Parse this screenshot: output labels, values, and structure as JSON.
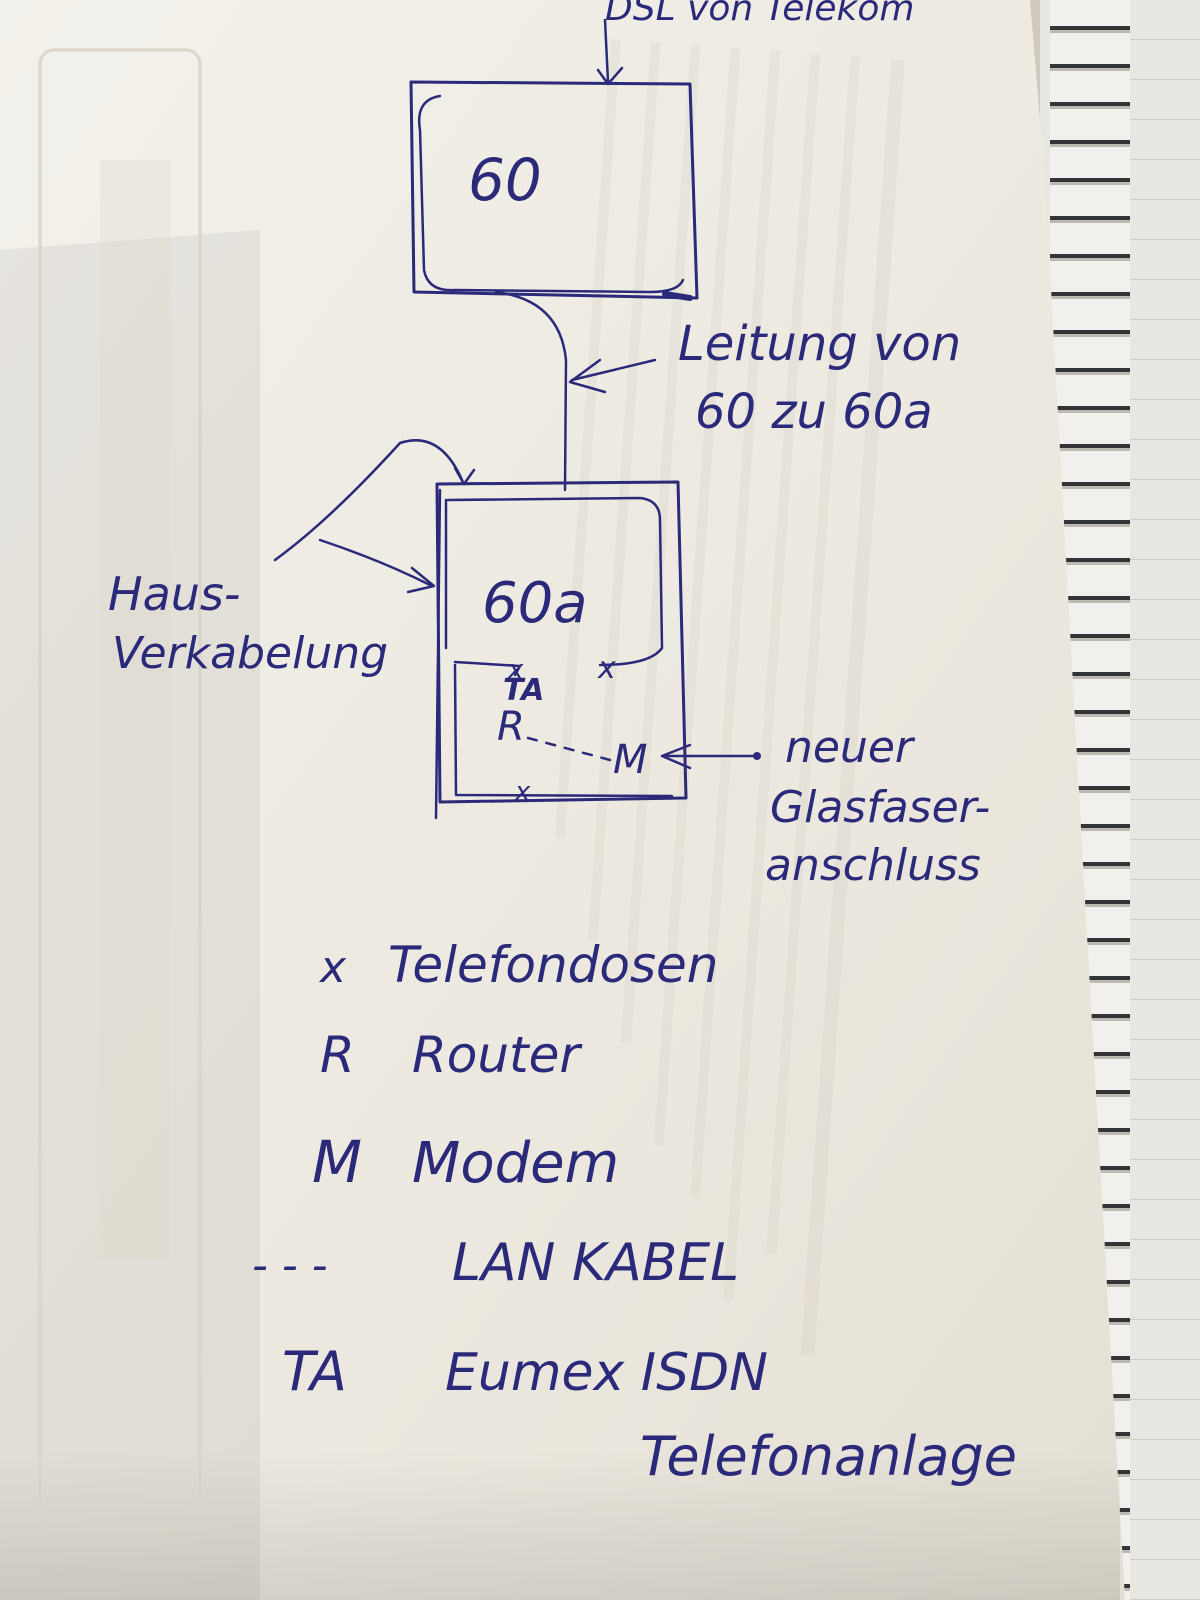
{
  "diagram": {
    "top_label": "DSL von Telekom",
    "box_60": "60",
    "cable_label_line1": "Leitung von",
    "cable_label_line2": "60 zu 60a",
    "box_60a": "60a",
    "house_label_line1": "Haus-",
    "house_label_line2": "Verkabelung",
    "fiber_label_line1": "neuer",
    "fiber_label_line2": "Glasfaser-",
    "fiber_label_line3": "anschluss",
    "inner_ta": "TA",
    "inner_r": "R",
    "inner_m": "M",
    "inner_x": "x"
  },
  "legend": [
    {
      "symbol": "x",
      "text": "Telefondosen"
    },
    {
      "symbol": "R",
      "text": "Router"
    },
    {
      "symbol": "M",
      "text": "Modem"
    },
    {
      "symbol": "- - -",
      "text": "LAN KABEL"
    },
    {
      "symbol": "TA",
      "text": "Eumex ISDN"
    }
  ],
  "legend_continuation": "Telefonanlage",
  "colors": {
    "ink": "#2b2a7a",
    "paper": "#efece4"
  }
}
